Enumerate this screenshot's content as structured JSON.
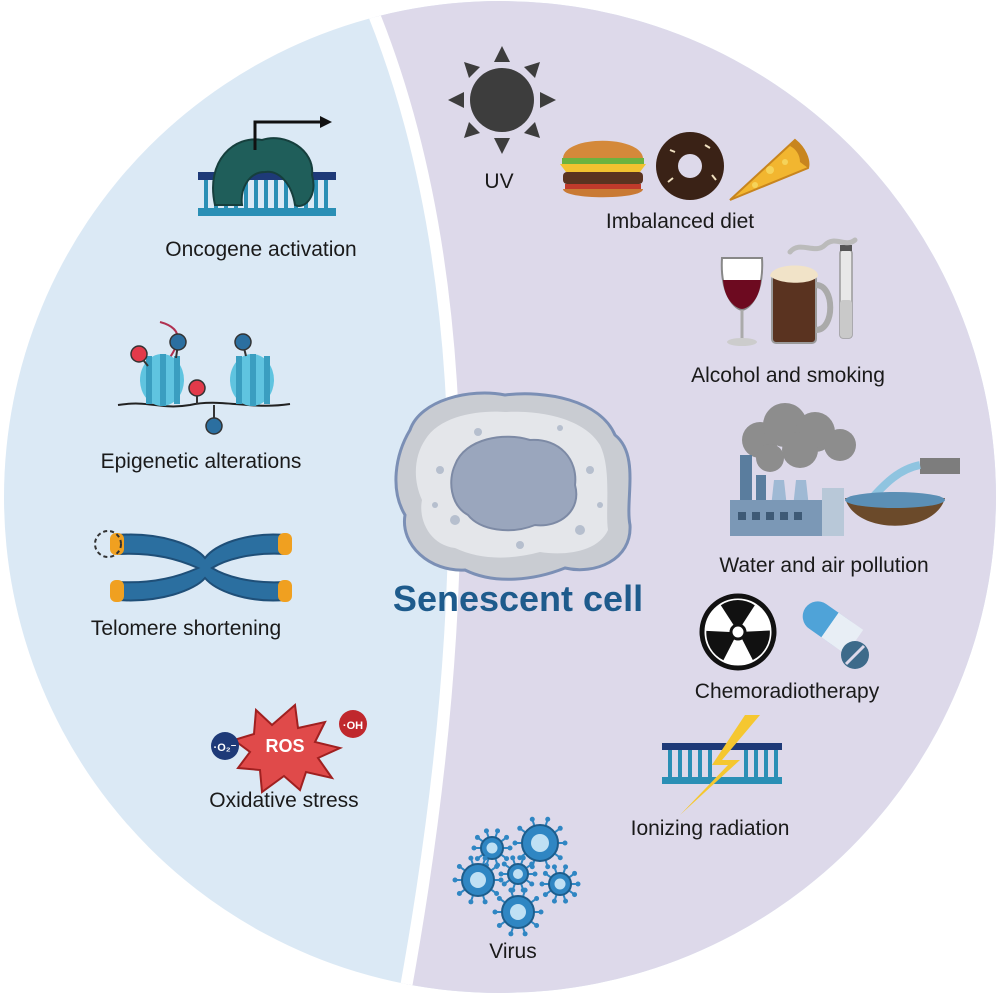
{
  "center": {
    "title": "Senescent cell"
  },
  "intrinsic": [
    {
      "id": "oncogene",
      "label": "Oncogene activation"
    },
    {
      "id": "epigenetic",
      "label": "Epigenetic alterations"
    },
    {
      "id": "telomere",
      "label": "Telomere shortening"
    },
    {
      "id": "oxidative",
      "label": "Oxidative stress"
    }
  ],
  "extrinsic": [
    {
      "id": "uv",
      "label": "UV"
    },
    {
      "id": "diet",
      "label": "Imbalanced diet"
    },
    {
      "id": "alcohol",
      "label": "Alcohol and smoking"
    },
    {
      "id": "pollution",
      "label": "Water and air pollution"
    },
    {
      "id": "chemo",
      "label": "Chemoradiotherapy"
    },
    {
      "id": "ionizing",
      "label": "Ionizing radiation"
    },
    {
      "id": "virus",
      "label": "Virus"
    }
  ],
  "ros": {
    "main": "ROS",
    "superoxide": "·O₂⁻",
    "hydroxyl": "·OH"
  },
  "colors": {
    "left_bg": "#dbe9f5",
    "right_bg": "#ddd9ea",
    "title": "#1e5b8c",
    "dna": "#2a8fb5",
    "protein": "#1f5e5a",
    "virus": "#2f86c3"
  }
}
